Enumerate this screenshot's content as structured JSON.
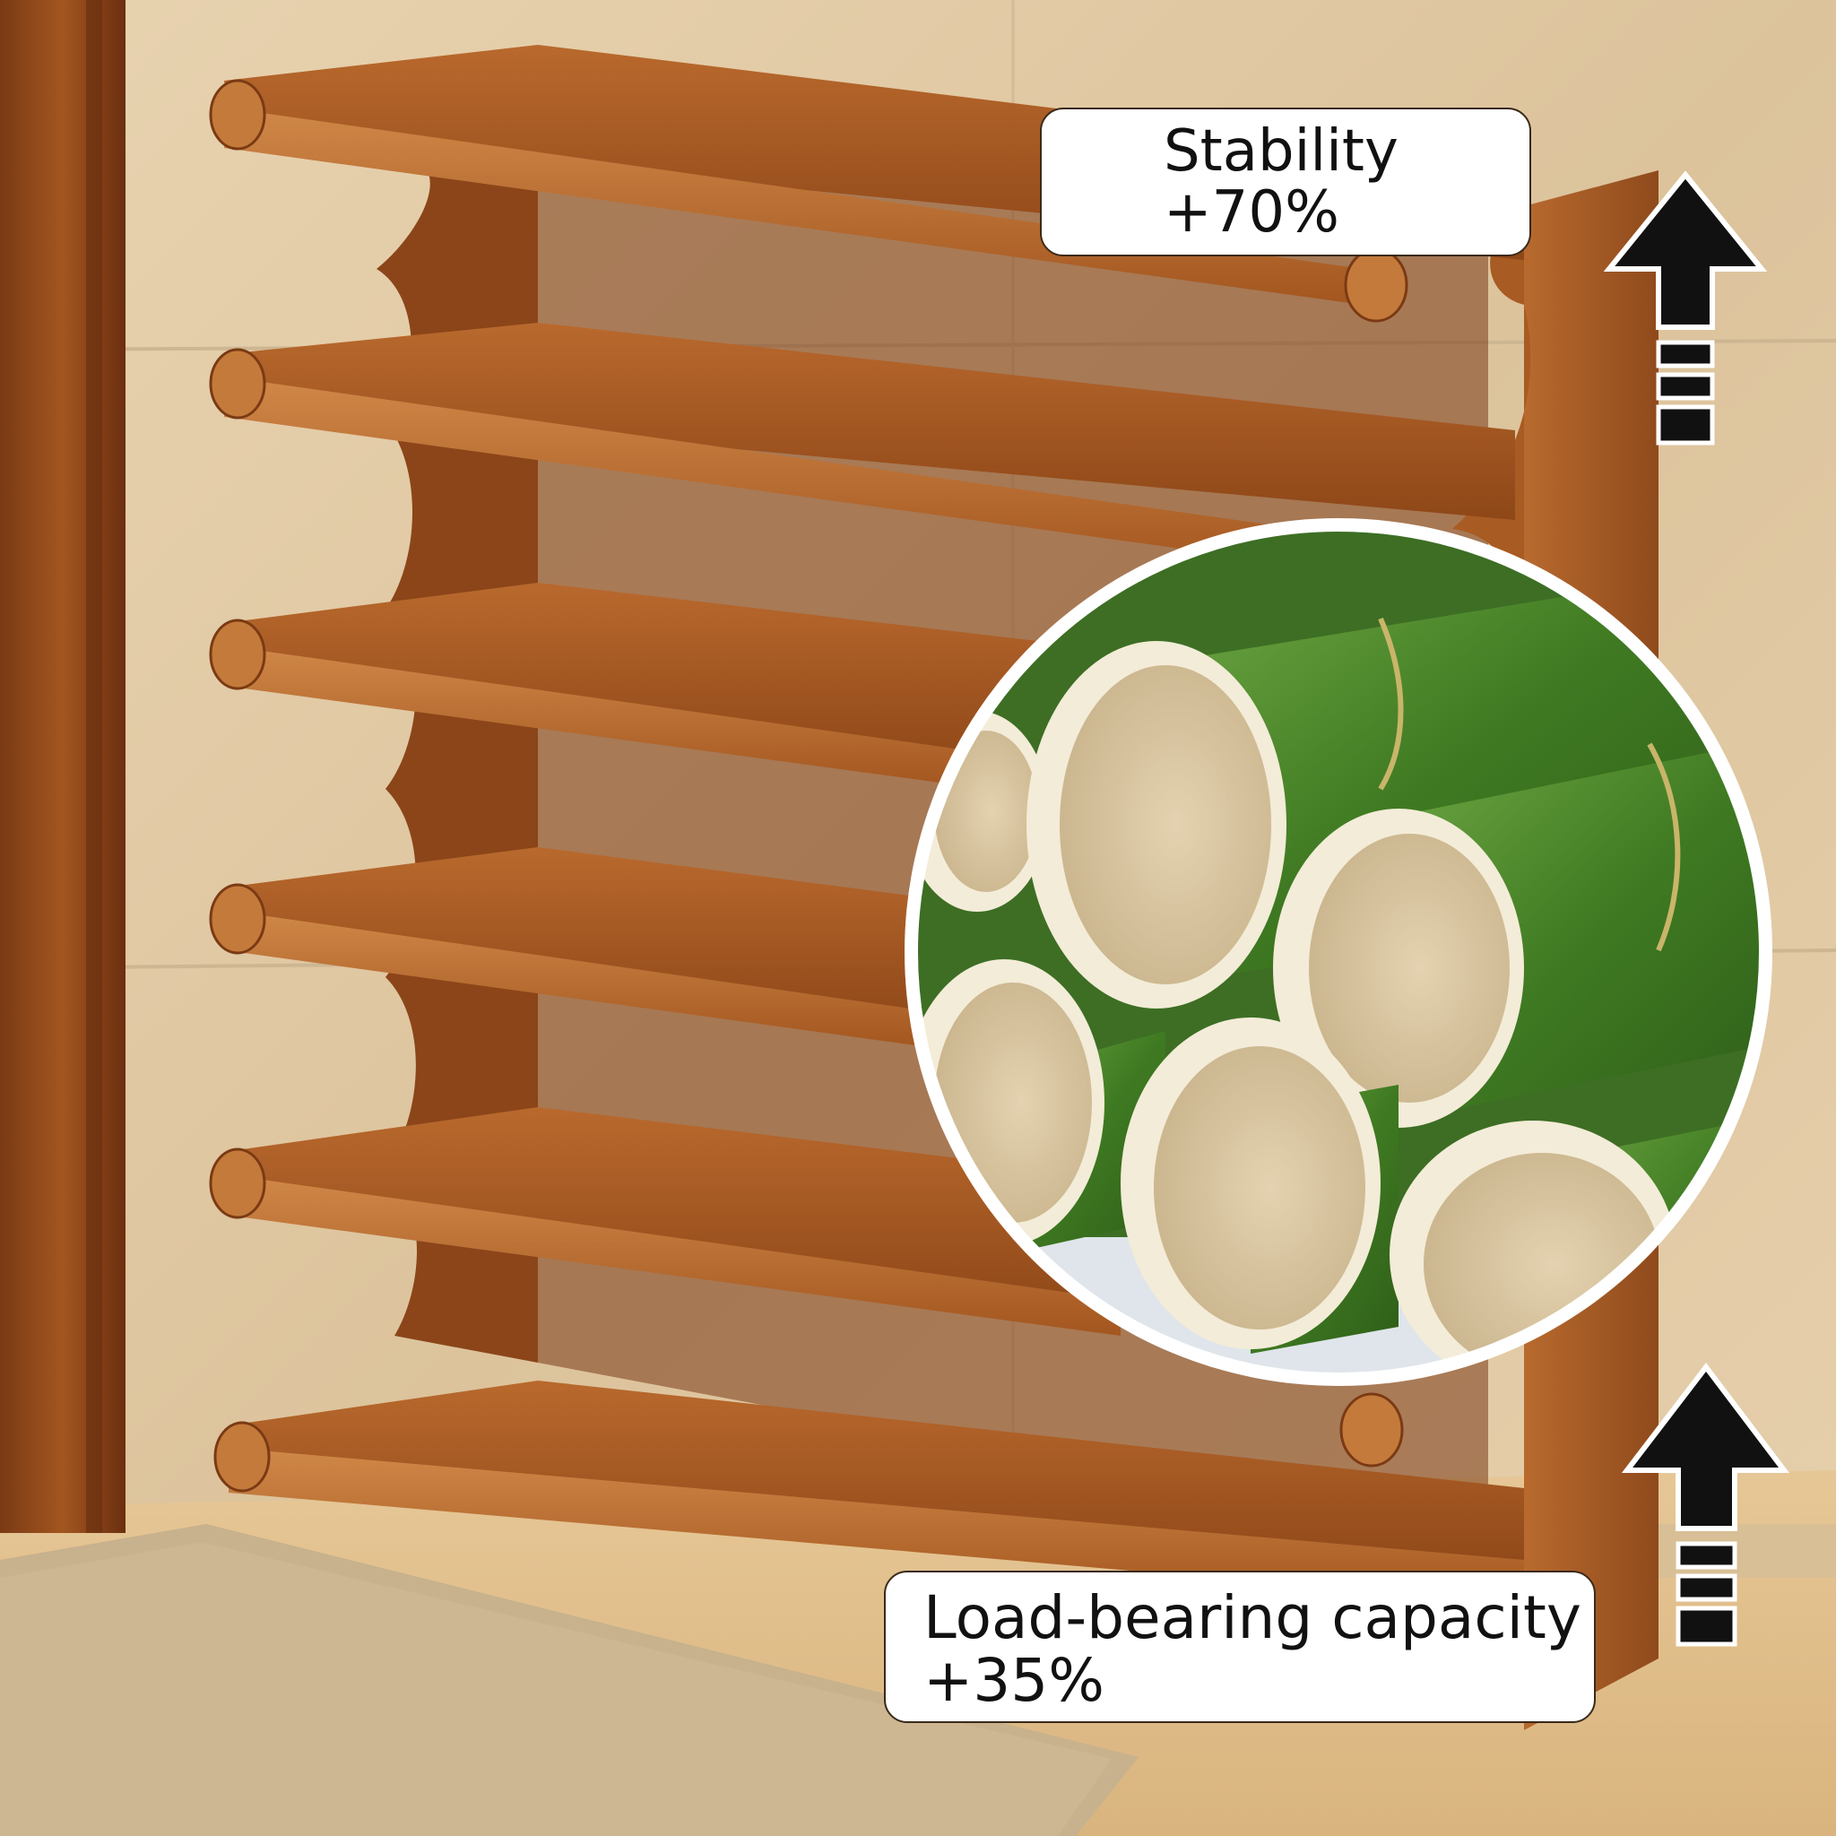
{
  "image": {
    "subject": "bamboo shoe rack with six tiers",
    "colors": {
      "wood_light": "#c87a3a",
      "wood_mid": "#a8582a",
      "wood_dark": "#6e3314",
      "wall": "#e3cda8",
      "floor": "#e2c08e",
      "rug": "#c9b38f",
      "bamboo_green": "#4f8a2c",
      "bamboo_inner": "#e9dcc0",
      "arrow": "#111111"
    },
    "icons": [
      "up-arrow-icon",
      "up-arrow-icon"
    ]
  },
  "callouts": {
    "stability": {
      "label": "Stability",
      "value": "+70%"
    },
    "load": {
      "label": "Load-bearing capacity",
      "value": "+35%"
    }
  }
}
